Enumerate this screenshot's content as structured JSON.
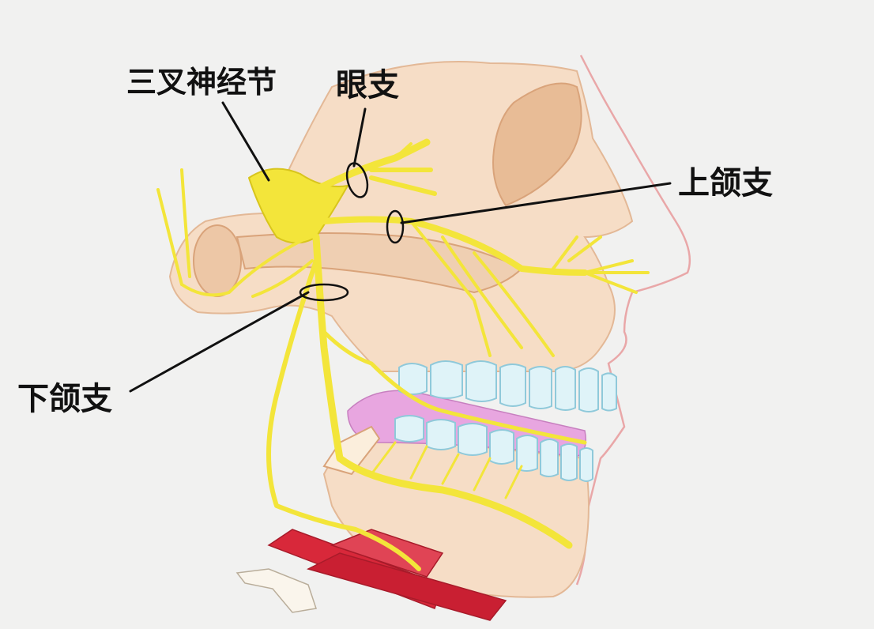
{
  "labels": {
    "ganglion": "三叉神经节",
    "ophthalmic": "眼支",
    "maxillary": "上颌支",
    "mandibular": "下颌支"
  },
  "colors": {
    "background": "#f1f1f0",
    "skull": "#f6ddc6",
    "skull_shadow": "#e8bc96",
    "skin_outline": "#e9a7a8",
    "nerve": "#f3e53a",
    "nerve_dark": "#d8c51c",
    "teeth": "#dff3f8",
    "teeth_outline": "#8fc9da",
    "gum": "#e8a6e0",
    "muscle": "#d8283a",
    "pointer_line": "#111111"
  }
}
